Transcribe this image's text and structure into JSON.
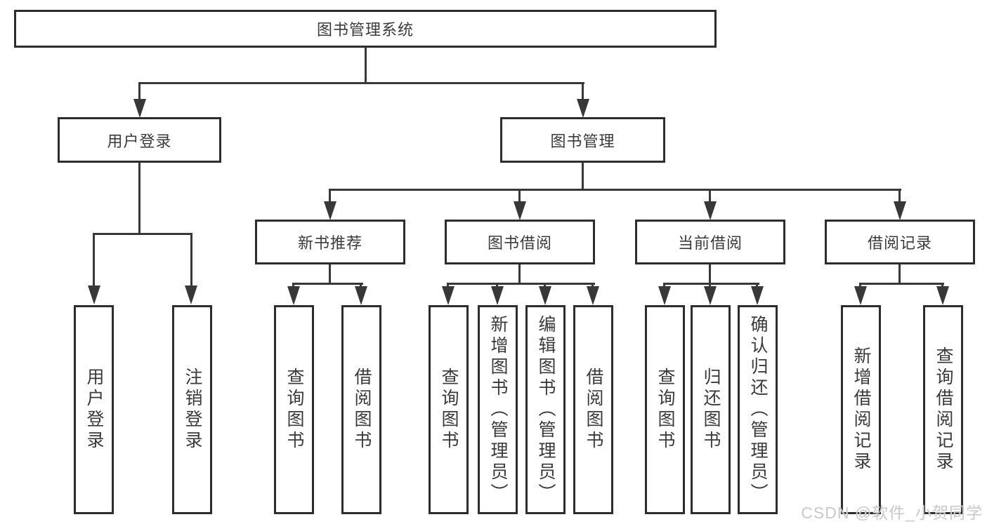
{
  "tree": {
    "root": {
      "label": "图书管理系统",
      "children": [
        {
          "label": "用户登录",
          "children": [
            {
              "label": "用户登录"
            },
            {
              "label": "注销登录"
            }
          ]
        },
        {
          "label": "图书管理",
          "children": [
            {
              "label": "新书推荐",
              "children": [
                {
                  "label": "查询图书"
                },
                {
                  "label": "借阅图书"
                }
              ]
            },
            {
              "label": "图书借阅",
              "children": [
                {
                  "label": "查询图书"
                },
                {
                  "label": "新增图书（管理员）"
                },
                {
                  "label": "编辑图书（管理员）"
                },
                {
                  "label": "借阅图书"
                }
              ]
            },
            {
              "label": "当前借阅",
              "children": [
                {
                  "label": "查询图书"
                },
                {
                  "label": "归还图书"
                },
                {
                  "label": "确认归还（管理员）"
                }
              ]
            },
            {
              "label": "借阅记录",
              "children": [
                {
                  "label": "新增借阅记录"
                },
                {
                  "label": "查询借阅记录"
                }
              ]
            }
          ]
        }
      ]
    }
  },
  "watermark": {
    "text": "CSDN @软件_小贺同学"
  },
  "colors": {
    "line": "#383838",
    "border": "#2d2d2d",
    "text": "#3a3a3a",
    "watermark": "#c9c9c9",
    "background": "#ffffff"
  }
}
